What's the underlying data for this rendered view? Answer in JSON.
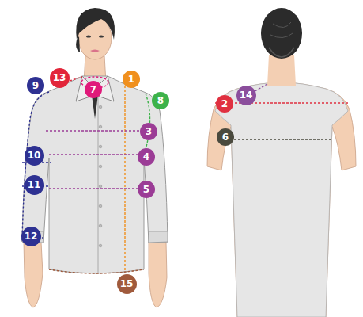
{
  "diagram": {
    "nodes": [
      {
        "text": [
          "13"
        ]
      },
      {
        "text": [
          "1"
        ]
      },
      {
        "text": [
          "9"
        ]
      },
      {
        "text": [
          "7"
        ]
      },
      {
        "text": [
          "14"
        ]
      },
      {
        "text": [
          "8"
        ]
      },
      {
        "text": [
          "2"
        ]
      },
      {
        "text": [
          "3"
        ]
      },
      {
        "text": [
          "6"
        ]
      },
      {
        "text": [
          "10"
        ]
      },
      {
        "text": [
          "4"
        ]
      },
      {
        "text": [
          "11"
        ]
      },
      {
        "text": [
          "5"
        ]
      },
      {
        "text": [
          "12"
        ]
      },
      {
        "text": [
          "15"
        ]
      }
    ]
  }
}
